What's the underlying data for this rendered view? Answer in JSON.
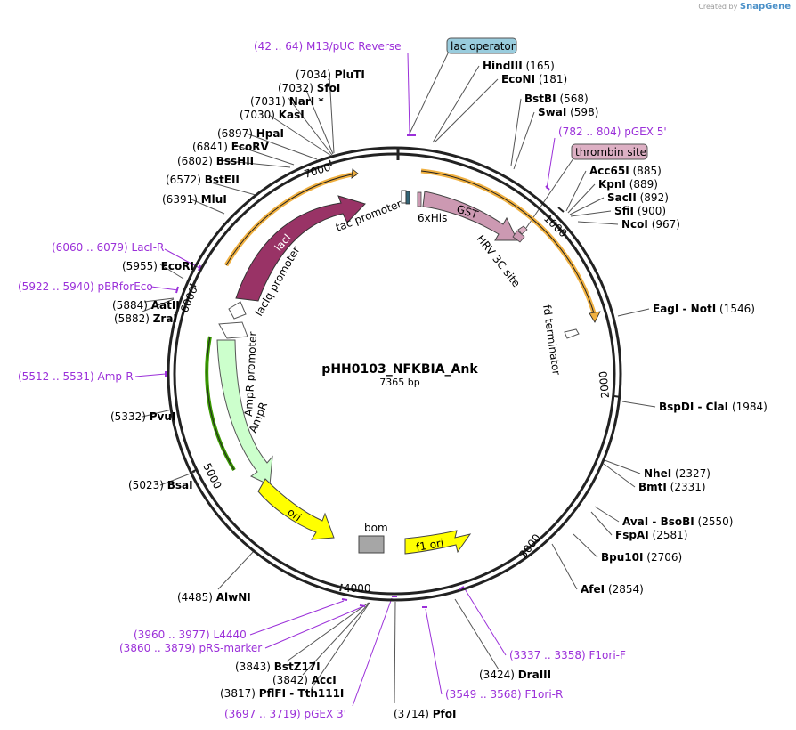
{
  "credit": {
    "prefix": "Created by",
    "brand": "SnapGene"
  },
  "plasmid": {
    "name": "pHH0103_NFKBIA_Ank",
    "size_label": "7365 bp",
    "length": 7365
  },
  "ruler": [
    "1000",
    "2000",
    "3000",
    "4000",
    "5000",
    "6000",
    "7000"
  ],
  "sites": [
    {
      "name": "HindIII",
      "pos": "(165)"
    },
    {
      "name": "EcoNI",
      "pos": "(181)"
    },
    {
      "name": "BstBI",
      "pos": "(568)"
    },
    {
      "name": "SwaI",
      "pos": "(598)"
    },
    {
      "name": "Acc65I",
      "pos": "(885)"
    },
    {
      "name": "KpnI",
      "pos": "(889)"
    },
    {
      "name": "SacII",
      "pos": "(892)"
    },
    {
      "name": "SfiI",
      "pos": "(900)"
    },
    {
      "name": "NcoI",
      "pos": "(967)"
    },
    {
      "name": "EagI  - NotI",
      "pos": "(1546)"
    },
    {
      "name": "BspDI  - ClaI",
      "pos": "(1984)"
    },
    {
      "name": "NheI",
      "pos": "(2327)"
    },
    {
      "name": "BmtI",
      "pos": "(2331)"
    },
    {
      "name": "AvaI  - BsoBI",
      "pos": "(2550)"
    },
    {
      "name": "FspAI",
      "pos": "(2581)"
    },
    {
      "name": "Bpu10I",
      "pos": "(2706)"
    },
    {
      "name": "AfeI",
      "pos": "(2854)"
    },
    {
      "name": "DraIII",
      "pos": "(3424)"
    },
    {
      "name": "PfoI",
      "pos": "(3714)"
    },
    {
      "name": "PflFI  - Tth111I",
      "pos": "(3817)"
    },
    {
      "name": "AccI",
      "pos": "(3842)"
    },
    {
      "name": "BstZ17I",
      "pos": "(3843)"
    },
    {
      "name": "AlwNI",
      "pos": "(4485)"
    },
    {
      "name": "BsaI",
      "pos": "(5023)"
    },
    {
      "name": "PvuI",
      "pos": "(5332)"
    },
    {
      "name": "ZraI",
      "pos": "(5882)"
    },
    {
      "name": "AatII",
      "pos": "(5884)"
    },
    {
      "name": "EcoRI",
      "pos": "(5955)"
    },
    {
      "name": "MluI",
      "pos": "(6391)"
    },
    {
      "name": "BstEII",
      "pos": "(6572)"
    },
    {
      "name": "BssHII",
      "pos": "(6802)"
    },
    {
      "name": "EcoRV",
      "pos": "(6841)"
    },
    {
      "name": "HpaI",
      "pos": "(6897)"
    },
    {
      "name": "KasI",
      "pos": "(7030)"
    },
    {
      "name": "NarI *",
      "pos": "(7031)"
    },
    {
      "name": "SfoI",
      "pos": "(7032)"
    },
    {
      "name": "PluTI",
      "pos": "(7034)"
    }
  ],
  "primers": [
    {
      "range": "(42 .. 64)",
      "name": "M13/pUC Reverse"
    },
    {
      "range": "(782 .. 804)",
      "name": "pGEX 5'"
    },
    {
      "range": "(3337 .. 3358)",
      "name": "F1ori-F"
    },
    {
      "range": "(3549 .. 3568)",
      "name": "F1ori-R"
    },
    {
      "range": "(3697 .. 3719)",
      "name": "pGEX 3'"
    },
    {
      "range": "(3860 .. 3879)",
      "name": "pRS-marker"
    },
    {
      "range": "(3960 .. 3977)",
      "name": "L4440"
    },
    {
      "range": "(5512 .. 5531)",
      "name": "Amp-R"
    },
    {
      "range": "(5922 .. 5940)",
      "name": "pBRforEco"
    },
    {
      "range": "(6060 .. 6079)",
      "name": "LacI-R"
    }
  ],
  "box_features": [
    "lac operator",
    "thrombin site"
  ],
  "features": [
    "tac promoter",
    "6xHis",
    "GST",
    "HRV 3C site",
    "fd terminator",
    "lacI",
    "lacIq promoter",
    "AmpR promoter",
    "AmpR",
    "ori",
    "bom",
    "f1 ori"
  ],
  "colors": {
    "lacI": "#993366",
    "GST": "#cc99b2",
    "AmpR": "#ccffcc",
    "ori": "#ffff00",
    "f1ori": "#ffff00",
    "bom": "#a6a6a6",
    "promoter": "#ffffff",
    "primer": "#9b30d9",
    "orange_outline": "#f0b040",
    "green_outline": "#3a9a00",
    "lacbox": "#99ccdd",
    "thrombinbox": "#ddb0c4"
  }
}
